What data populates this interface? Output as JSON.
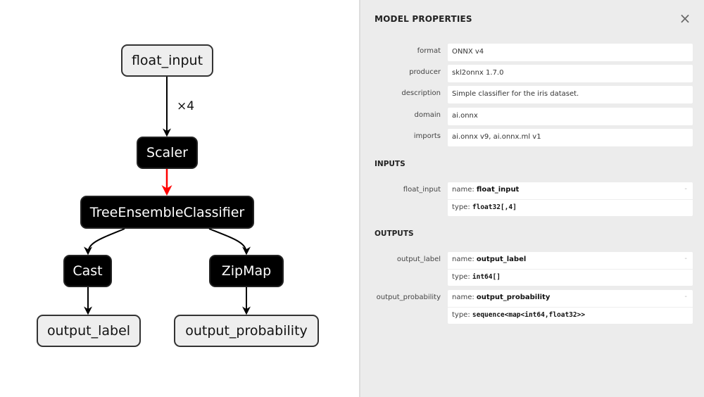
{
  "graph": {
    "nodes": {
      "float_input": "float_input",
      "scaler": "Scaler",
      "tree": "TreeEnsembleClassifier",
      "cast": "Cast",
      "zipmap": "ZipMap",
      "output_label": "output_label",
      "output_probability": "output_probability"
    },
    "edge_labels": {
      "input_to_scaler": "×4"
    },
    "colors": {
      "selected_edge": "#ff0000",
      "edge": "#000000",
      "op_node_bg": "#000000",
      "io_node_bg": "#eeeeee"
    }
  },
  "sidebar": {
    "title": "MODEL PROPERTIES",
    "close_icon": "×",
    "properties": [
      {
        "name": "format",
        "value": "ONNX v4"
      },
      {
        "name": "producer",
        "value": "skl2onnx 1.7.0"
      },
      {
        "name": "description",
        "value": "Simple classifier for the iris dataset."
      },
      {
        "name": "domain",
        "value": "ai.onnx"
      },
      {
        "name": "imports",
        "value": "ai.onnx v9, ai.onnx.ml v1"
      }
    ],
    "inputs_title": "INPUTS",
    "inputs": [
      {
        "label": "float_input",
        "name_prefix": "name: ",
        "name": "float_input",
        "type_prefix": "type: ",
        "type": "float32[,4]",
        "toggle": "-"
      }
    ],
    "outputs_title": "OUTPUTS",
    "outputs": [
      {
        "label": "output_label",
        "name_prefix": "name: ",
        "name": "output_label",
        "type_prefix": "type: ",
        "type": "int64[]",
        "toggle": "-"
      },
      {
        "label": "output_probability",
        "name_prefix": "name: ",
        "name": "output_probability",
        "type_prefix": "type: ",
        "type": "sequence<map<int64,float32>>",
        "toggle": "-"
      }
    ]
  }
}
